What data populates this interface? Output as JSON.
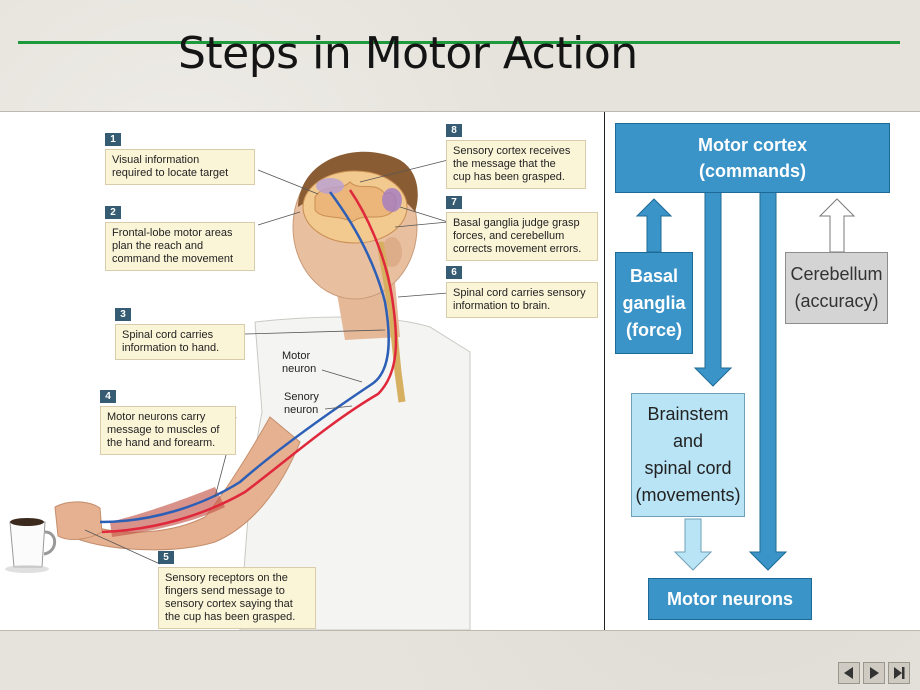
{
  "slide": {
    "title": "Steps in Motor Action"
  },
  "steps": [
    {
      "num": "1",
      "lines": [
        "Visual information",
        "required to locate target"
      ]
    },
    {
      "num": "2",
      "lines": [
        "Frontal-lobe motor areas",
        "plan the reach and",
        "command the movement"
      ]
    },
    {
      "num": "3",
      "lines": [
        "Spinal cord carries",
        "information to hand."
      ]
    },
    {
      "num": "4",
      "lines": [
        "Motor neurons carry",
        "message to muscles of",
        "the hand and forearm."
      ]
    },
    {
      "num": "5",
      "lines": [
        "Sensory receptors on the",
        "fingers send message to",
        "sensory cortex saying that",
        "the cup has been grasped."
      ]
    },
    {
      "num": "6",
      "lines": [
        "Spinal cord carries sensory",
        "information to brain."
      ]
    },
    {
      "num": "7",
      "lines": [
        "Basal ganglia judge grasp",
        "forces, and cerebellum",
        "corrects movement errors."
      ]
    },
    {
      "num": "8",
      "lines": [
        "Sensory cortex receives",
        "the message that the",
        "cup has been grasped."
      ]
    }
  ],
  "neuron_labels": {
    "motor": [
      "Motor",
      "neuron"
    ],
    "sensory": [
      "Senory",
      "neuron"
    ]
  },
  "flowchart": {
    "motor_cortex": [
      "Motor cortex",
      "(commands)"
    ],
    "basal_ganglia": [
      "Basal",
      "ganglia",
      "(force)"
    ],
    "cerebellum": [
      "Cerebellum",
      "(accuracy)"
    ],
    "brainstem": [
      "Brainstem",
      "and",
      "spinal cord",
      "(movements)"
    ],
    "motor_neurons": [
      "Motor neurons"
    ]
  },
  "colors": {
    "flow_dark": "#3a94c8",
    "flow_light": "#b9e4f6",
    "flow_gray": "#d4d4d4",
    "title_rule": "#1e9a3c",
    "motor_path": "#2c5fb5",
    "sensory_path": "#e0283c"
  },
  "icons": [
    "nav-prev-icon",
    "nav-next-icon",
    "nav-end-icon"
  ]
}
